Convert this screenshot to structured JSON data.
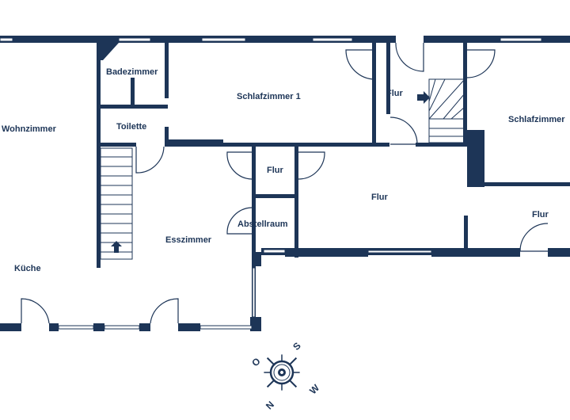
{
  "rooms": {
    "wohnzimmer": "Wohnzimmer",
    "badezimmer": "Badezimmer",
    "toilette": "Toilette",
    "schlafzimmer1": "Schlafzimmer 1",
    "schlafzimmer": "Schlafzimmer",
    "flur_top": "Flur",
    "flur_small": "Flur",
    "flur_center": "Flur",
    "flur_right": "Flur",
    "abstellraum": "Abstellraum",
    "esszimmer": "Esszimmer",
    "kueche": "Küche"
  },
  "compass": {
    "south": "S",
    "east": "O",
    "west": "W",
    "north": "N"
  },
  "colors": {
    "wall": "#1d3557",
    "background": "#ffffff"
  },
  "icons": [
    "stair-arrow-icon",
    "compass-rose-icon"
  ]
}
